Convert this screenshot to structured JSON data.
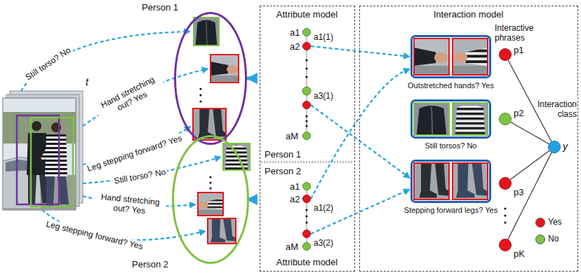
{
  "diagram": {
    "nodes": [
      {
        "text": [
          "t"
        ]
      },
      {
        "text": [
          "Person 1"
        ]
      },
      {
        "text": [
          "Person 2"
        ]
      },
      {
        "text": [
          "Attribute model",
          "Person 1",
          "Person 2",
          "Attribute model"
        ]
      },
      {
        "text": [
          "a1"
        ],
        "in": 3
      },
      {
        "text": [
          "a2",
          "a1(1)"
        ],
        "in": 3
      },
      {
        "text": [
          "a3(1)"
        ],
        "in": 3
      },
      {
        "text": [
          "aM"
        ],
        "in": 3
      },
      {
        "text": [
          "a1"
        ],
        "in": 3
      },
      {
        "text": [
          "a2",
          "a1(2)"
        ],
        "in": 3
      },
      {
        "text": [
          "a3(2)"
        ],
        "in": 3
      },
      {
        "text": [
          "aM"
        ],
        "in": 3
      },
      {
        "text": [
          "Interaction model"
        ]
      },
      {
        "text": [
          "Outstretched hands? Yes"
        ],
        "in": 12
      },
      {
        "text": [
          "Still torsos? No"
        ],
        "in": 12
      },
      {
        "text": [
          "Stepping forward legs? Yes"
        ],
        "in": 12
      },
      {
        "text": [
          "p1"
        ],
        "in": 12
      },
      {
        "text": [
          "p2"
        ],
        "in": 12
      },
      {
        "text": [
          "p3"
        ],
        "in": 12
      },
      {
        "text": [
          "pK"
        ],
        "in": 12
      },
      {
        "text": [
          "Interaction class",
          "y"
        ],
        "in": 12
      }
    ],
    "edges": [
      {
        "from": 0,
        "to": 1,
        "arrow": "to",
        "label": "Still torso? No"
      },
      {
        "from": 0,
        "to": 1,
        "arrow": "to",
        "label": "Hand stretching out? Yes"
      },
      {
        "from": 0,
        "to": 1,
        "arrow": "to",
        "label": "Leg stepping forward? Yes"
      },
      {
        "from": 0,
        "to": 2,
        "arrow": "to",
        "label": "Still torso? No"
      },
      {
        "from": 0,
        "to": 2,
        "arrow": "to",
        "label": "Hand stretching out? Yes"
      },
      {
        "from": 0,
        "to": 2,
        "arrow": "to",
        "label": "Leg stepping forward? Yes"
      },
      {
        "from": 1,
        "to": 3,
        "arrow": "to"
      },
      {
        "from": 2,
        "to": 3,
        "arrow": "to"
      },
      {
        "from": 5,
        "to": 13,
        "arrow": "to"
      },
      {
        "from": 6,
        "to": 15,
        "arrow": "to"
      },
      {
        "from": 9,
        "to": 13,
        "arrow": "to"
      },
      {
        "from": 10,
        "to": 15,
        "arrow": "to"
      },
      {
        "from": 16,
        "to": 20,
        "arrow": "none"
      },
      {
        "from": 17,
        "to": 20,
        "arrow": "none"
      },
      {
        "from": 18,
        "to": 20,
        "arrow": "none"
      },
      {
        "from": 19,
        "to": 20,
        "arrow": "none"
      }
    ],
    "labels": [
      "Interactive phrases"
    ],
    "legend": [
      {
        "text": "Yes",
        "color": "#e8141b"
      },
      {
        "text": "No",
        "color": "#7dc243"
      }
    ]
  }
}
